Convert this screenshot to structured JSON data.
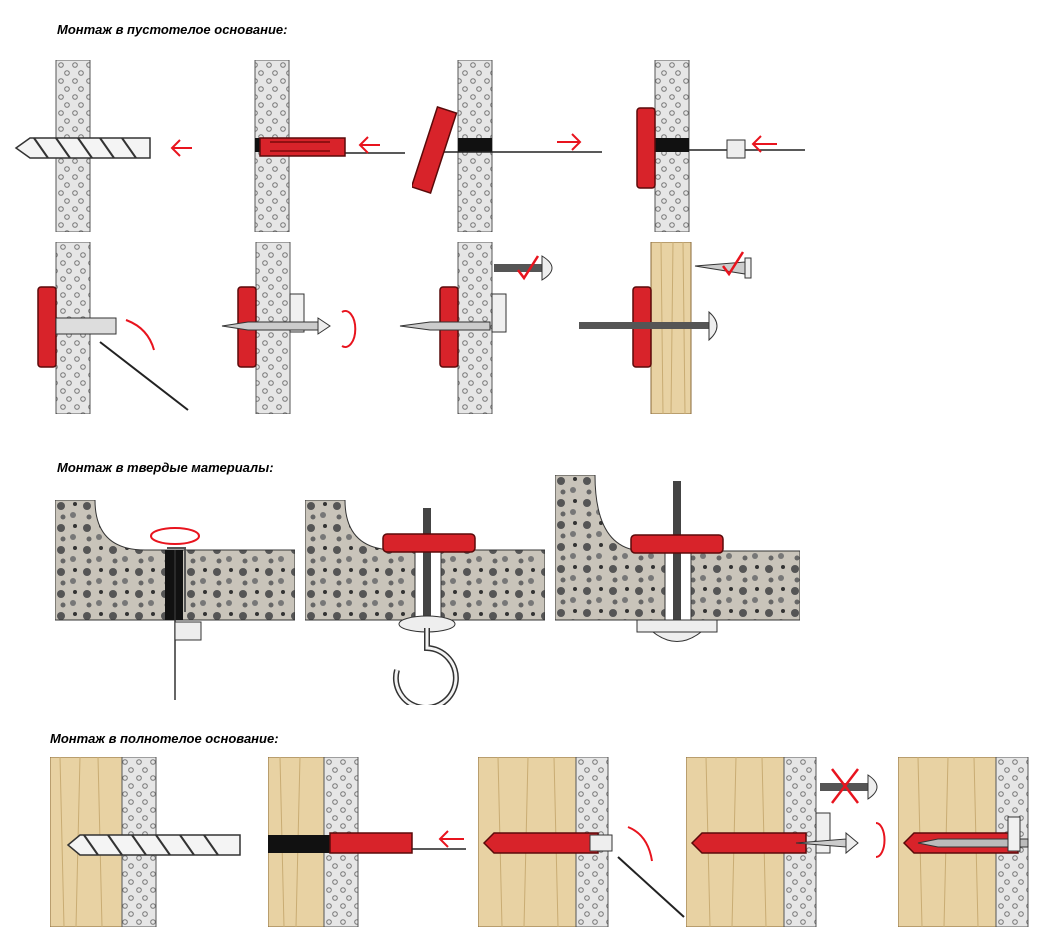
{
  "sections": [
    {
      "title": "Монтаж в пустотелое основание:"
    },
    {
      "title": "Монтаж в твердые материалы:"
    },
    {
      "title": "Монтаж в полнотелое основание:"
    }
  ],
  "colors": {
    "plug_red": "#d8232a",
    "plasterboard": "#e6e6e6",
    "wood": "#e8d2a3",
    "concrete": "#c9c4ba",
    "arrow_red": "#e8141e",
    "metal": "#b5b5b5"
  },
  "icons": [
    "drill-bit-icon",
    "plug-icon",
    "wire-icon",
    "screw-icon",
    "hook-icon",
    "rotate-arrow-icon",
    "check-mark-icon",
    "cross-mark-icon"
  ]
}
